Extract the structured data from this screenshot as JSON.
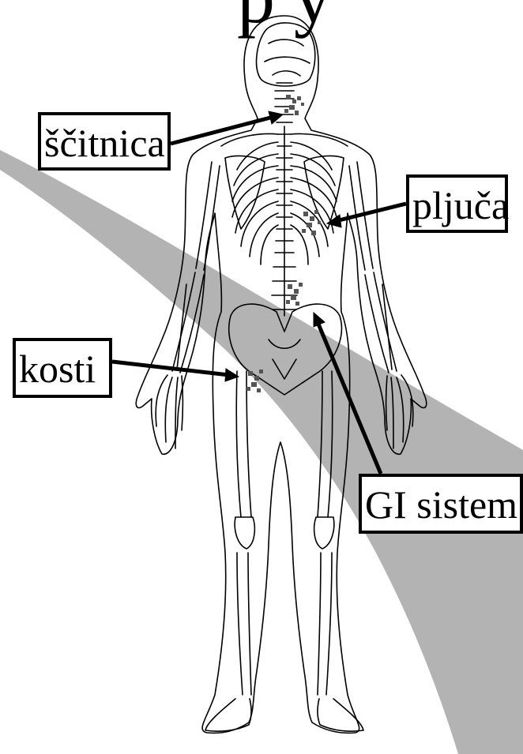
{
  "title_partial": "p  y",
  "labels": {
    "thyroid": "ščitnica",
    "lungs": "pljuča",
    "bones": "kosti",
    "gi": "GI sistem"
  },
  "colors": {
    "swoosh": "#b3b3b3",
    "line": "#000000",
    "lesion": "#555555"
  }
}
